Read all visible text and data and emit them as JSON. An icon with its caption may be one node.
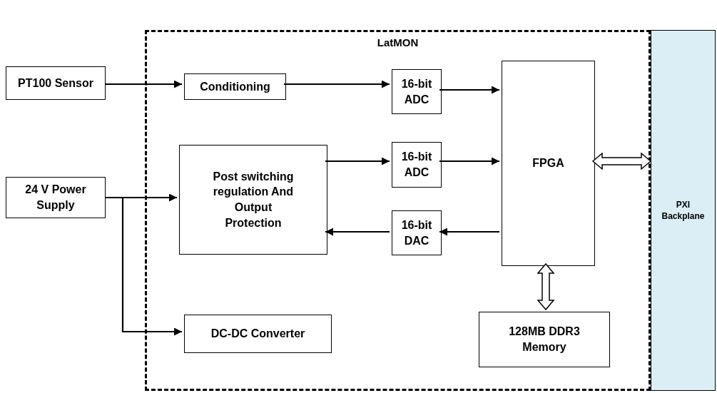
{
  "diagram": {
    "nodes": [
      {
        "text": [
          "LatMON"
        ]
      },
      {
        "text": [
          "PT100 Sensor"
        ]
      },
      {
        "text": [
          "Conditioning"
        ],
        "in": 0
      },
      {
        "text": [
          "16-bit ADC"
        ],
        "in": 0
      },
      {
        "text": [
          "FPGA"
        ],
        "in": 0
      },
      {
        "text": [
          "24 V Power Supply"
        ]
      },
      {
        "text": [
          "Post switching regulation And Output Protection"
        ],
        "in": 0
      },
      {
        "text": [
          "16-bit ADC"
        ],
        "in": 0
      },
      {
        "text": [
          "16-bit DAC"
        ],
        "in": 0
      },
      {
        "text": [
          "DC-DC Converter"
        ],
        "in": 0
      },
      {
        "text": [
          "128MB DDR3 Memory"
        ],
        "in": 0
      },
      {
        "text": [
          "PXI Backplane"
        ]
      }
    ],
    "edges": [
      {
        "from": 1,
        "to": 2,
        "arrow": "to"
      },
      {
        "from": 2,
        "to": 3,
        "arrow": "to"
      },
      {
        "from": 3,
        "to": 4,
        "arrow": "to"
      },
      {
        "from": 6,
        "to": 7,
        "arrow": "to"
      },
      {
        "from": 7,
        "to": 4,
        "arrow": "to"
      },
      {
        "from": 4,
        "to": 8,
        "arrow": "to"
      },
      {
        "from": 8,
        "to": 6,
        "arrow": "to"
      },
      {
        "from": 5,
        "to": 6,
        "arrow": "to"
      },
      {
        "from": 5,
        "to": 9,
        "arrow": "to"
      },
      {
        "from": 4,
        "to": 11,
        "arrow": "both",
        "style": "thick"
      },
      {
        "from": 4,
        "to": 10,
        "arrow": "both",
        "style": "thick"
      }
    ]
  }
}
